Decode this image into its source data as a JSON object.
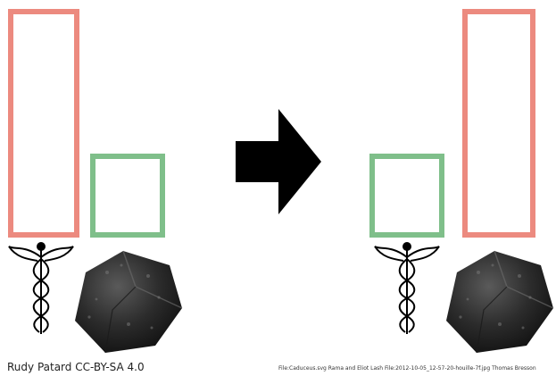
{
  "panels": [
    {
      "id": "before",
      "red_level": 1.0,
      "green_level": 0.36
    },
    {
      "id": "after",
      "red_level": 1.0,
      "green_level": 0.36
    }
  ],
  "colors": {
    "red_bar": "#ec8a7f",
    "green_bar": "#7fbf8a",
    "arrow": "#000000",
    "coal": "#2b2b2b"
  },
  "icons": {
    "medicine": "caduceus-icon",
    "fuel": "coal-lump-icon",
    "transition": "right-arrow-icon"
  },
  "credits": {
    "left": "Rudy Patard CC-BY-SA 4.0",
    "right": "File:Caduceus.svg Rama and Eliot Lash File:2012-10-05_12-57-20-houille-7f.jpg Thomas Bresson"
  }
}
